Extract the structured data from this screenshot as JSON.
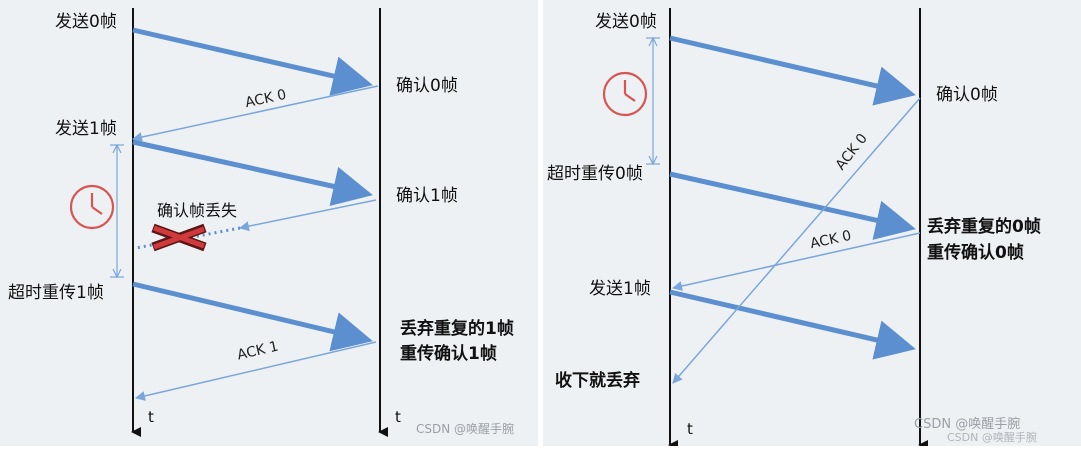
{
  "left": {
    "sender_events": [
      "发送0帧",
      "发送1帧",
      "超时重传1帧"
    ],
    "receiver_events": [
      "确认0帧",
      "确认1帧",
      "丢弃重复的1帧",
      "重传确认1帧"
    ],
    "acks": [
      "ACK 0",
      "ACK 1"
    ],
    "lost_label": "确认帧丢失",
    "time_labels": [
      "t",
      "t"
    ],
    "watermark": "CSDN @唤醒手腕"
  },
  "right": {
    "sender_events": [
      "发送0帧",
      "超时重传0帧",
      "发送1帧",
      "收下就丢弃"
    ],
    "receiver_events": [
      "确认0帧",
      "丢弃重复的0帧",
      "重传确认0帧"
    ],
    "acks": [
      "ACK 0",
      "ACK 0"
    ],
    "time_labels": [
      "t"
    ],
    "watermark": "CSDN @唤醒手腕",
    "watermark2": "CSDN @唤醒手腕"
  },
  "colors": {
    "frame_arrow": "#5b8fd0",
    "ack_arrow": "#7aa6db",
    "timer": "#d9534f",
    "cross": "#c0392b",
    "axis": "#111111"
  }
}
